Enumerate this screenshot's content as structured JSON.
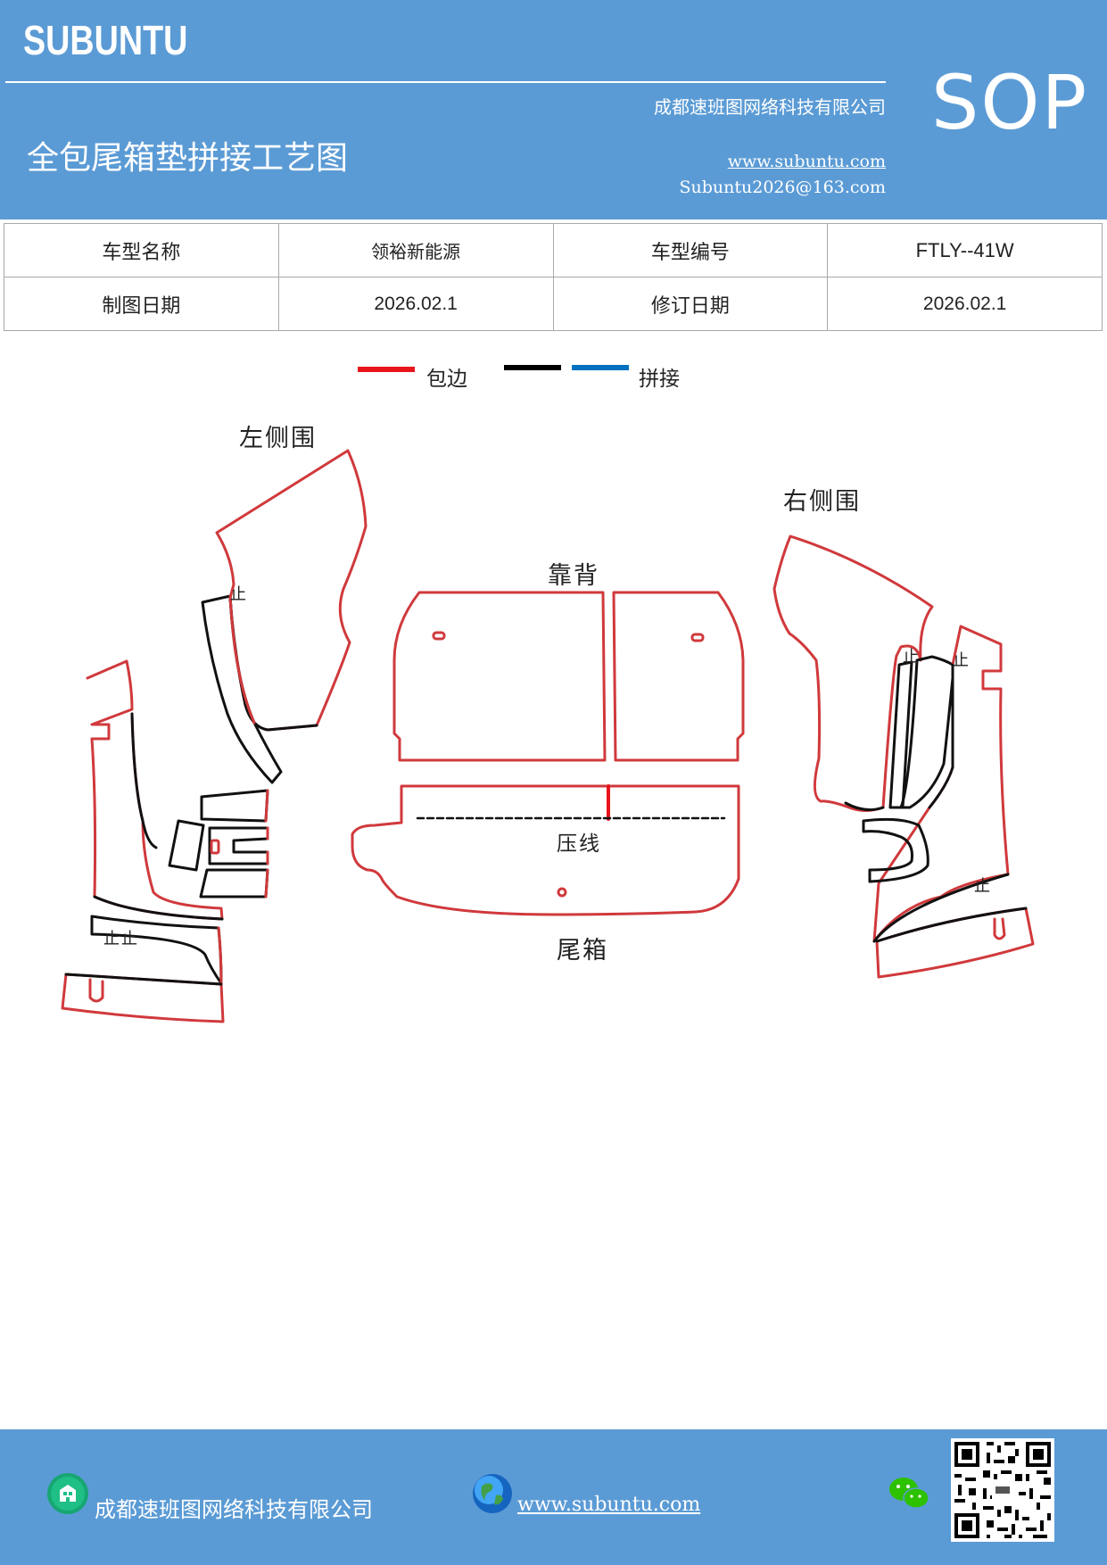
{
  "header": {
    "brand": "SUBUNTU",
    "company": "成都速班图网络科技有限公司",
    "title": "全包尾箱垫拼接工艺图",
    "website": "www.subuntu.com",
    "email": "Subuntu2026@163.com",
    "badge": "SOP"
  },
  "info_table": {
    "model_name_label": "车型名称",
    "model_name_value": "领裕新能源",
    "model_code_label": "车型编号",
    "model_code_value": "FTLY--41W",
    "draw_date_label": "制图日期",
    "draw_date_value": "2026.02.1",
    "revise_date_label": "修订日期",
    "revise_date_value": "2026.02.1"
  },
  "legend": {
    "edge_label": "包边",
    "splice_label": "拼接",
    "colors": {
      "edge": "#e8141b",
      "splice_black": "#000000",
      "splice_blue": "#0070c0"
    }
  },
  "diagram": {
    "left_side": "左侧围",
    "right_side": "右侧围",
    "backrest": "靠背",
    "press_line": "压线",
    "trunk": "尾箱",
    "stop_mark": "止",
    "double_stop_mark": "止止"
  },
  "footer": {
    "company": "成都速班图网络科技有限公司",
    "website": "www.subuntu.com",
    "icons": [
      "building-icon",
      "globe-icon",
      "wechat-icon",
      "qr-code"
    ]
  },
  "colors": {
    "header_bg": "#5b9bd5",
    "outline_red": "#d0393c",
    "outline_black": "#111111"
  }
}
